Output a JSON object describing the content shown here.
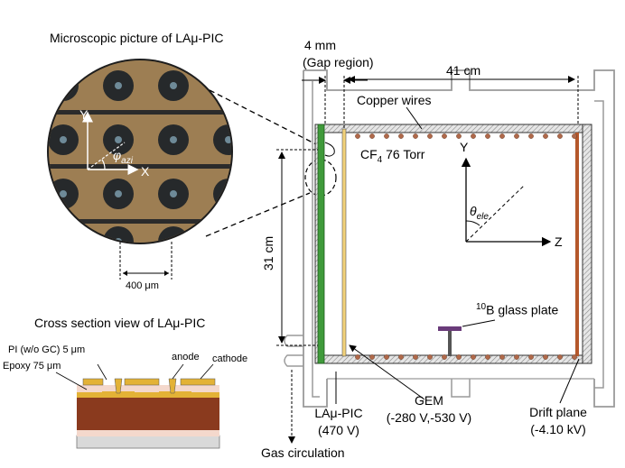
{
  "microscope": {
    "title": "Microscopic picture of LAμ-PIC",
    "axis_y": "Y",
    "axis_x": "X",
    "phi": "φ",
    "phi_sub": "azi",
    "scale": "400 μm"
  },
  "cross_section": {
    "title": "Cross section view of LAμ-PIC",
    "pi_label": "PI (w/o GC) 5 μm",
    "epoxy_label": "Epoxy 75 μm",
    "anode_label": "anode",
    "cathode_label": "cathode"
  },
  "chamber": {
    "gap_size": "4 mm",
    "gap_region": "(Gap region)",
    "width": "41 cm",
    "copper_wires": "Copper wires",
    "gas_cf": "CF",
    "gas_sub": "4",
    "gas_pressure": "76 Torr",
    "axis_y": "Y",
    "axis_z": "Z",
    "theta": "θ",
    "theta_sub": "ele",
    "height": "31 cm",
    "boron_sup": "10",
    "boron_label": "B glass plate",
    "lapic_label": "LAμ-PIC",
    "lapic_voltage": "(470 V)",
    "gem_label": "GEM",
    "gem_voltage": "(-280 V,-530 V)",
    "drift_label": "Drift plane",
    "drift_voltage": "(-4.10 kV)",
    "gas_circulation": "Gas circulation"
  },
  "colors": {
    "micro_bg": "#9a7a52",
    "pixel_ring": "#26292b",
    "pixel_dot": "#6e8a98",
    "copper": "#b0694a",
    "lapic_green": "#3f9a3a",
    "gem_yellow": "#f2d27a",
    "drift_brown": "#b5582b",
    "substrate": "#8a3a1e",
    "gold": "#e3b236",
    "pink": "#f4d8cc"
  }
}
